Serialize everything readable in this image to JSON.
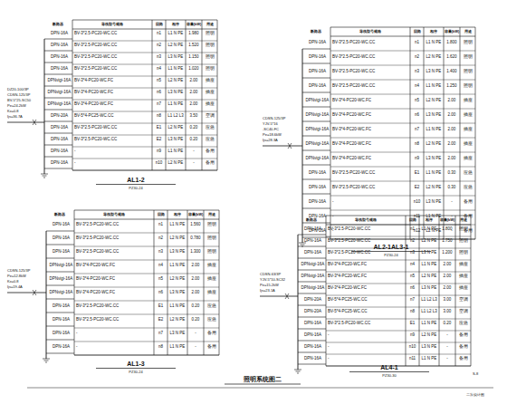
{
  "diagram": {
    "title": "照明系统图二",
    "labels": [
      "AL1-2",
      "PZ30-24",
      "断路器",
      "导线型号规格",
      "回路",
      "相序",
      "容量(kW)",
      "用途",
      "DPN-16A",
      "BV-3*2.5-PC20-WC.CC",
      "n1",
      "L1 N PE",
      "1.980",
      "照明",
      "DPN-16A",
      "BV-3*2.5-PC20-WC.CC",
      "n2",
      "L2 N PE",
      "1.520",
      "照明",
      "DPN-16A",
      "BV-3*2.5-PC20-WC.CC",
      "n3",
      "L3 N PE",
      "1.150",
      "照明",
      "DPN-16A",
      "BV-3*2.5-PC20-WC.CC",
      "n4",
      "L1 N PE",
      "1.020",
      "照明",
      "DPNvigi-16A",
      "BV-3*4-PC20-WC.FC",
      "n5",
      "L2 N PE",
      "2.00",
      "插座",
      "DPNvigi-16A",
      "BV-3*4-PC20-WC.FC",
      "n6",
      "L3 N PE",
      "2.00",
      "插座",
      "DPNvigi-16A",
      "BV-3*4-PC20-WC.FC",
      "n7",
      "L1 N PE",
      "2.00",
      "插座",
      "DPN-20A",
      "BV-5*4-PC25-WC.CC",
      "n8",
      "L1 L2 L3",
      "3.50",
      "空调",
      "DPN-16A",
      "BV-3*2.5-PC20-WC.CC",
      "E1",
      "L2 N PE",
      "0.20",
      "应急",
      "DPN-16A",
      "BV-3*2.5-PC20-WC.CC",
      "E2",
      "L3 N PE",
      "0.20",
      "应急",
      "DPN-16A",
      "-",
      "n9",
      "L1 N PE",
      "-",
      "备用",
      "DPN-16A",
      "-",
      "n10",
      "L2 N PE",
      "-",
      "备用",
      "DZ20-100/3P",
      "CDSN-125/3P",
      "BV-5*25-SC50",
      "Pe=24.2kW",
      "Kx=0.8",
      "Ijs=36.7A",
      "AL2-1AL3-1",
      "PZ30-24",
      "断路器",
      "导线型号规格",
      "回路",
      "相序",
      "容量(kW)",
      "用途",
      "DPN-16A",
      "BV-3*2.5-PC20-WC.CC",
      "n1",
      "L1 N PE",
      "1.800",
      "照明",
      "DPN-16A",
      "BV-3*2.5-PC20-WC.CC",
      "n2",
      "L2 N PE",
      "1.620",
      "照明",
      "DPN-16A",
      "BV-3*2.5-PC20-WC.CC",
      "n3",
      "L3 N PE",
      "1.400",
      "照明",
      "DPN-16A",
      "BV-3*2.5-PC20-WC.CC",
      "n4",
      "L1 N PE",
      "1.250",
      "照明",
      "DPNvigi-16A",
      "BV-3*4-PC20-WC.FC",
      "n5",
      "L2 N PE",
      "2.00",
      "插座",
      "DPNvigi-16A",
      "BV-3*4-PC20-WC.FC",
      "n6",
      "L3 N PE",
      "2.00",
      "插座",
      "DPNvigi-16A",
      "BV-3*4-PC20-WC.FC",
      "n7",
      "L1 N PE",
      "2.00",
      "插座",
      "DPNvigi-16A",
      "BV-3*4-PC20-WC.FC",
      "n8",
      "L2 N PE",
      "2.00",
      "插座",
      "DPNvigi-16A",
      "BV-3*4-PC20-WC.FC",
      "n9",
      "L3 N PE",
      "2.00",
      "插座",
      "DPN-16A",
      "BV-3*2.5-PC20-WC.CC",
      "E1",
      "L1 N PE",
      "0.30",
      "应急",
      "DPN-16A",
      "BV-3*2.5-PC20-WC.CC",
      "E2",
      "L2 N PE",
      "0.30",
      "应急",
      "DPN-16A",
      "-",
      "n10",
      "L3 N PE",
      "-",
      "备用",
      "DPN-16A",
      "-",
      "n11",
      "L1 N PE",
      "-",
      "备用",
      "DPN-16A",
      "-",
      "n12",
      "L2 N PE",
      "-",
      "备用",
      "CDSN-125/3P",
      "YJV-5*16",
      "-SC40-FC",
      "Pe=18.6kW",
      "Ijs=28.3A",
      "AL1-3",
      "PZ30-24",
      "断路器",
      "导线型号规格",
      "回路",
      "相序",
      "容量(kW)",
      "用途",
      "DPN-16A",
      "BV-3*2.5-PC20-WC.CC",
      "n1",
      "L1 N PE",
      "1.560",
      "照明",
      "DPN-16A",
      "BV-3*2.5-PC20-WC.CC",
      "n2",
      "L2 N PE",
      "0.780",
      "照明",
      "DPN-16A",
      "BV-3*2.5-PC20-WC.CC",
      "n3",
      "L3 N PE",
      "1.300",
      "照明",
      "DPNvigi-16A",
      "BV-3*4-PC20-WC.FC",
      "n4",
      "L1 N PE",
      "2.00",
      "插座",
      "DPNvigi-16A",
      "BV-3*4-PC20-WC.FC",
      "n5",
      "L2 N PE",
      "2.00",
      "插座",
      "DPNvigi-16A",
      "BV-3*4-PC20-WC.FC",
      "n6",
      "L3 N PE",
      "2.00",
      "插座",
      "DPN-16A",
      "BV-3*2.5-PC20-WC.CC",
      "E1",
      "L1 N PE",
      "0.20",
      "应急",
      "DPN-16A",
      "BV-3*2.5-PC20-WC.CC",
      "E2",
      "L2 N PE",
      "0.20",
      "应急",
      "DPN-16A",
      "-",
      "n7",
      "L3 N PE",
      "-",
      "备用",
      "DPN-16A",
      "-",
      "n8",
      "L1 N PE",
      "-",
      "备用",
      "CDSN-125/3P",
      "Pe=12.8kW",
      "Kx=0.8",
      "Ijs=19.4A",
      "AL4-1",
      "PZ30-30",
      "断路器",
      "导线型号规格",
      "回路",
      "相序",
      "容量(kW)",
      "用途",
      "DPN-16A",
      "BV-3*2.5-PC20-WC.CC",
      "n1",
      "L1 N PE",
      "1.800",
      "照明",
      "DPN-16A",
      "BV-3*2.5-PC20-WC.CC",
      "n2",
      "L2 N PE",
      "1.750",
      "照明",
      "DPN-16A",
      "BV-3*2.5-PC20-WC.CC",
      "n3",
      "L3 N PE",
      "1.200",
      "照明",
      "DPNvigi-16A",
      "BV-3*4-PC20-WC.FC",
      "n4",
      "L1 N PE",
      "2.00",
      "插座",
      "DPNvigi-16A",
      "BV-3*4-PC20-WC.FC",
      "n5",
      "L2 N PE",
      "2.00",
      "插座",
      "DPNvigi-16A",
      "BV-3*4-PC20-WC.FC",
      "n6",
      "L3 N PE",
      "2.00",
      "插座",
      "DPN-20A",
      "BV-5*4-PC25-WC.CC",
      "n7",
      "L1 L2 L3",
      "3.00",
      "空调",
      "DPN-20A",
      "BV-5*4-PC25-WC.CC",
      "n8",
      "L1 L2 L3",
      "3.00",
      "空调",
      "DPN-16A",
      "BV-3*2.5-PC20-WC.CC",
      "E1",
      "L1 N PE",
      "0.20",
      "应急",
      "DPN-16A",
      "-",
      "n9",
      "L2 N PE",
      "-",
      "备用",
      "DPN-16A",
      "-",
      "n10",
      "L3 N PE",
      "-",
      "备用",
      "DPN-16A",
      "-",
      "n11",
      "L1 N PE",
      "-",
      "备用",
      "CDSN-63/3P",
      "YJV-5*10-SC32",
      "Pe=15.2kW",
      "Ijs=23.1A",
      "S-8",
      "二次设计图"
    ]
  }
}
